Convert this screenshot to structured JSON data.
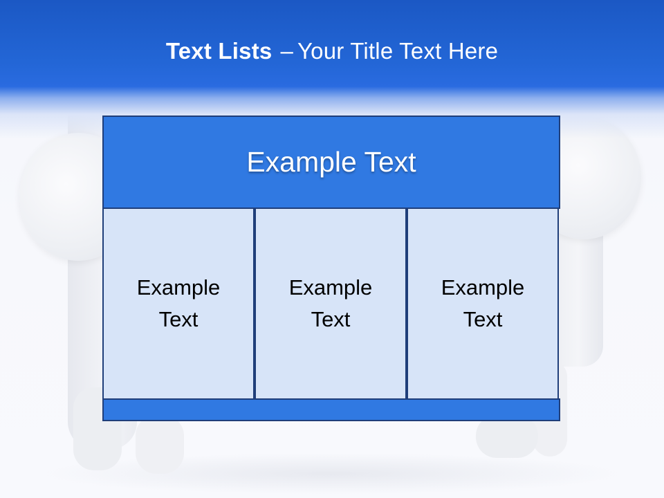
{
  "slide": {
    "title_bold": "Text Lists",
    "title_dash": "–",
    "title_rest": "Your Title Text Here"
  },
  "diagram": {
    "header": "Example Text",
    "columns": [
      {
        "label": "Example Text"
      },
      {
        "label": "Example Text"
      },
      {
        "label": "Example Text"
      }
    ]
  },
  "colors": {
    "header_band": "#2366d6",
    "box_blue": "#3079e2",
    "cell_fill": "#d7e4f8",
    "border": "#1f3e7a"
  }
}
